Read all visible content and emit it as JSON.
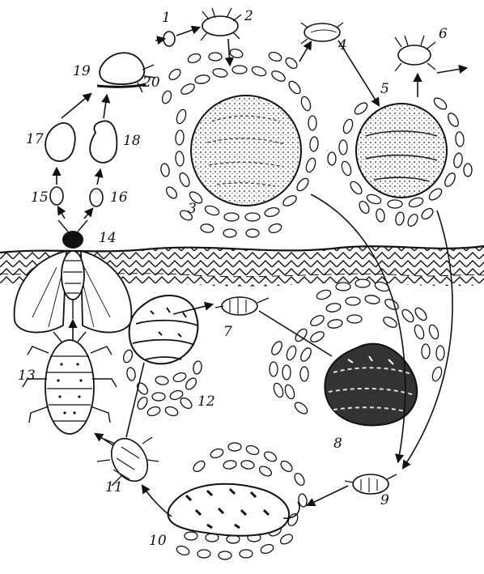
{
  "figure": {
    "labels": {
      "l1": "1",
      "l2": "2",
      "l3": "3",
      "l4": "4",
      "l5": "5",
      "l6": "6",
      "l7": "7",
      "l8": "8",
      "l9": "9",
      "l10": "10",
      "l11": "11",
      "l12": "12",
      "l13": "13",
      "l14": "14",
      "l15": "15",
      "l16": "16",
      "l17": "17",
      "l18": "18",
      "l19": "19",
      "l20": "20"
    },
    "ink_color": "#111111",
    "background": "#ffffff"
  }
}
